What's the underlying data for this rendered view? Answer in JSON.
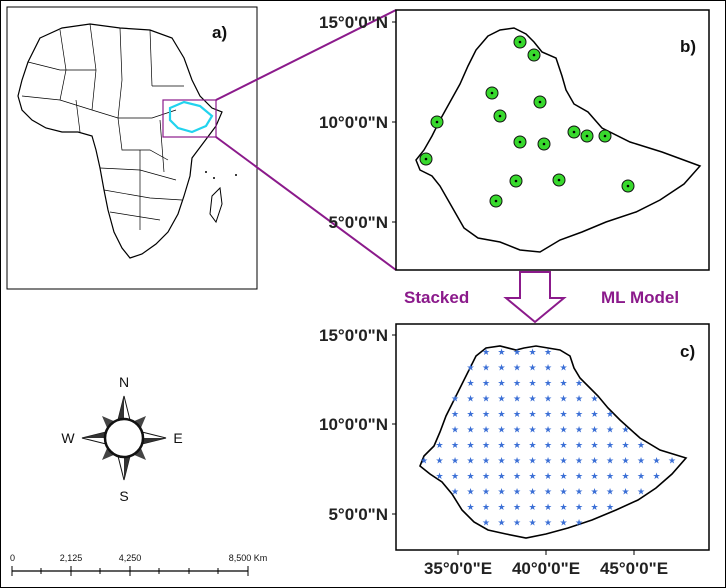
{
  "panels": {
    "a": {
      "label": "a)"
    },
    "b": {
      "label": "b)"
    },
    "c": {
      "label": "c)"
    }
  },
  "latitude_labels": [
    "15°0'0\"N",
    "10°0'0\"N",
    "5°0'0\"N"
  ],
  "longitude_labels": [
    "35°0'0\"E",
    "40°0'0\"E",
    "45°0'0\"E"
  ],
  "flow": {
    "left": "Stacked",
    "right": "ML Model"
  },
  "compass": {
    "n": "N",
    "s": "S",
    "e": "E",
    "w": "W"
  },
  "scale_bar": {
    "ticks": [
      "0",
      "2,125",
      "4,250",
      "8,500 Km"
    ]
  },
  "colors": {
    "frame": "#000000",
    "highlight_outline": "#22d3ee",
    "zoom_lines": "#8b1a8b",
    "station_fill": "#38d92d",
    "grid_star": "#3b6fd6"
  },
  "stations_count": 16
}
